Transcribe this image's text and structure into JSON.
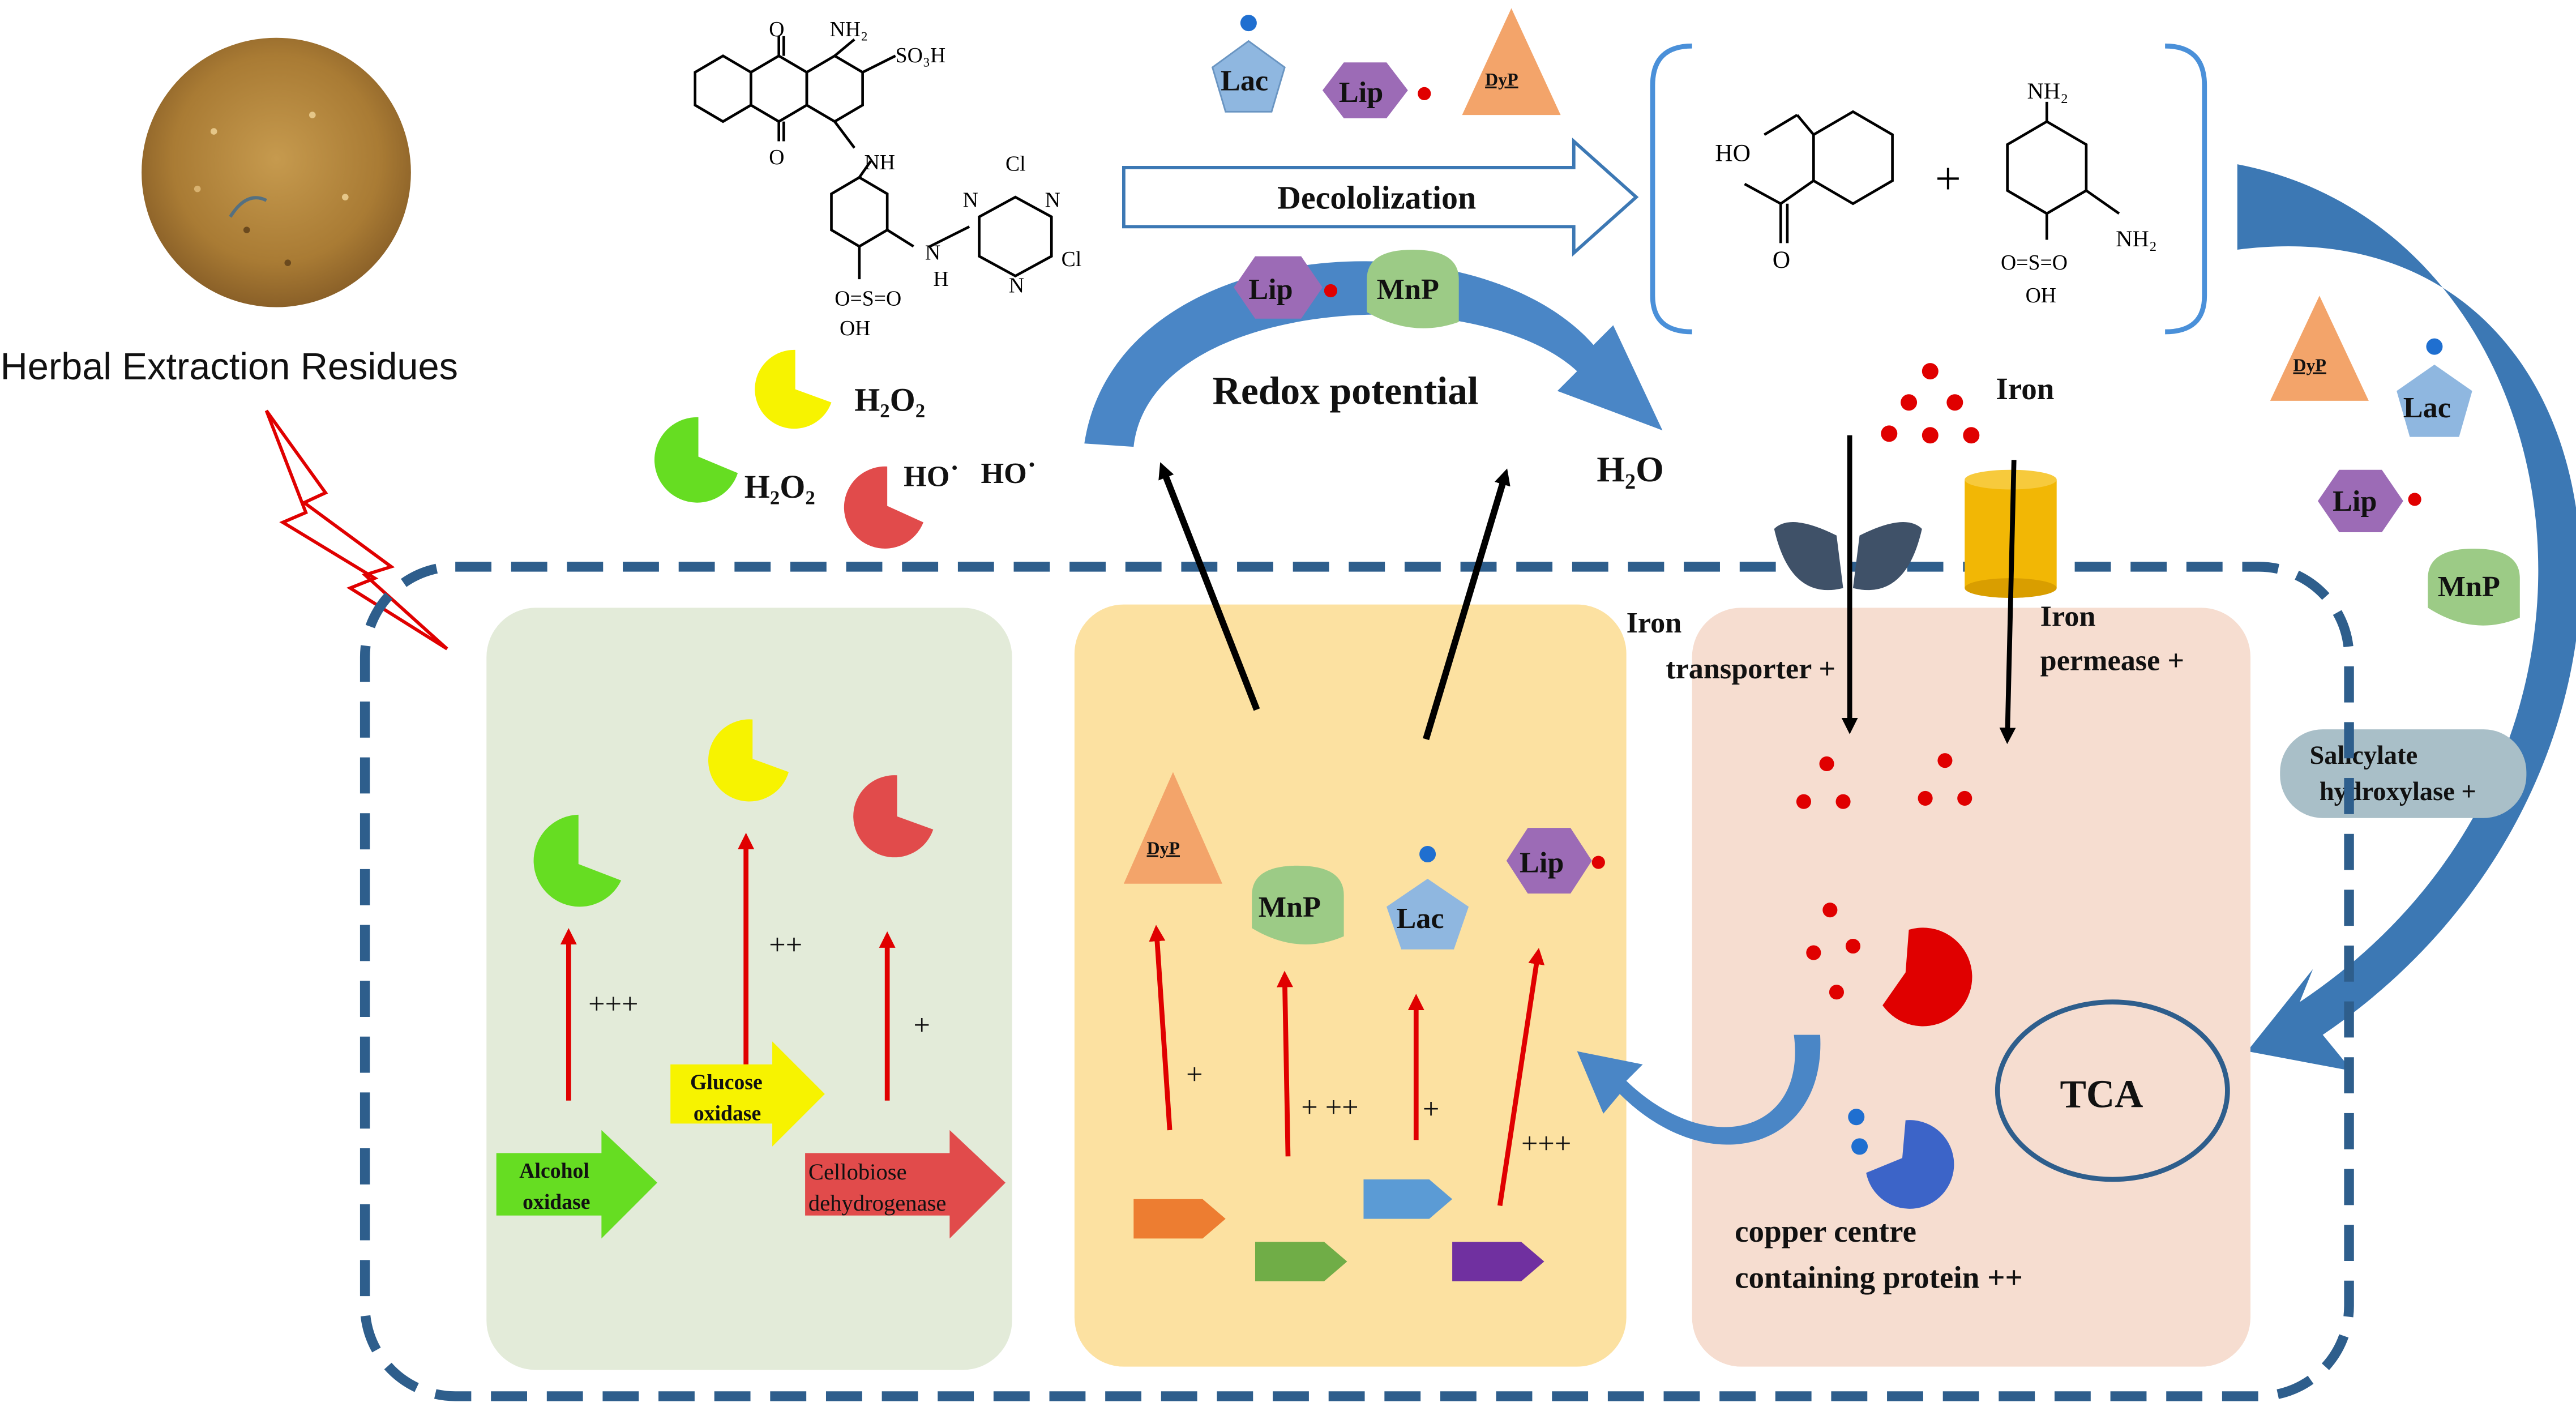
{
  "labels": {
    "herbal_title": "Herbal Extraction Residues",
    "decolorization": "Decololization",
    "redox": "Redox potential",
    "h2o_redox": "H₂O",
    "iron": "Iron",
    "iron_transporter_1": "Iron",
    "iron_transporter_2": "transporter +",
    "iron_permease_1": "Iron",
    "iron_permease_2": "permease +",
    "salicylate_1": "Salicylate",
    "salicylate_2": "hydroxylase +",
    "tca": "TCA",
    "copper_1": "copper centre",
    "copper_2": "containing protein ++",
    "h2o2_top": "H₂O₂",
    "h2o2_left": "H₂O₂",
    "ho_1": "HO˙",
    "ho_2": "HO˙",
    "plus_between": "+"
  },
  "enzymes": {
    "lac": "Lac",
    "lip": "Lip",
    "dyp": "DyP",
    "mnp": "MnP"
  },
  "genes": {
    "alcohol_oxidase_1": "Alcohol",
    "alcohol_oxidase_2": "oxidase",
    "glucose_oxidase_1": "Glucose",
    "glucose_oxidase_2": "oxidase",
    "cellobiose_1": "Cellobiose",
    "cellobiose_2": "dehydrogenase"
  },
  "regulation": {
    "alcohol": "+++",
    "glucose": "++",
    "cellobiose": "+",
    "dyp": "+",
    "mnp": "+ ++",
    "lac": "+",
    "lip": "+++"
  },
  "chem": {
    "o": "O",
    "nh2": "NH₂",
    "so3h": "SO₃H",
    "nh": "NH",
    "n": "N",
    "h": "H",
    "cl": "Cl",
    "oso_o": "O=S=O",
    "oh": "OH",
    "ho": "HO",
    "s": "S"
  },
  "colors": {
    "dashed_border": "#2E5E8C",
    "green_panel": "#E3EBD9",
    "yellow_panel": "#FCE1A1",
    "peach_panel": "#F6DDD0",
    "arrow_blue": "#3C78B4",
    "lac_blue": "#8FB7E0",
    "lip_purple": "#9C6BB6",
    "dyp_orange": "#F3A46A",
    "mnp_green": "#9CCB86",
    "alcohol_green": "#66DD22",
    "glucose_yellow": "#F7F300",
    "cellobiose_red": "#E14B4B"
  }
}
